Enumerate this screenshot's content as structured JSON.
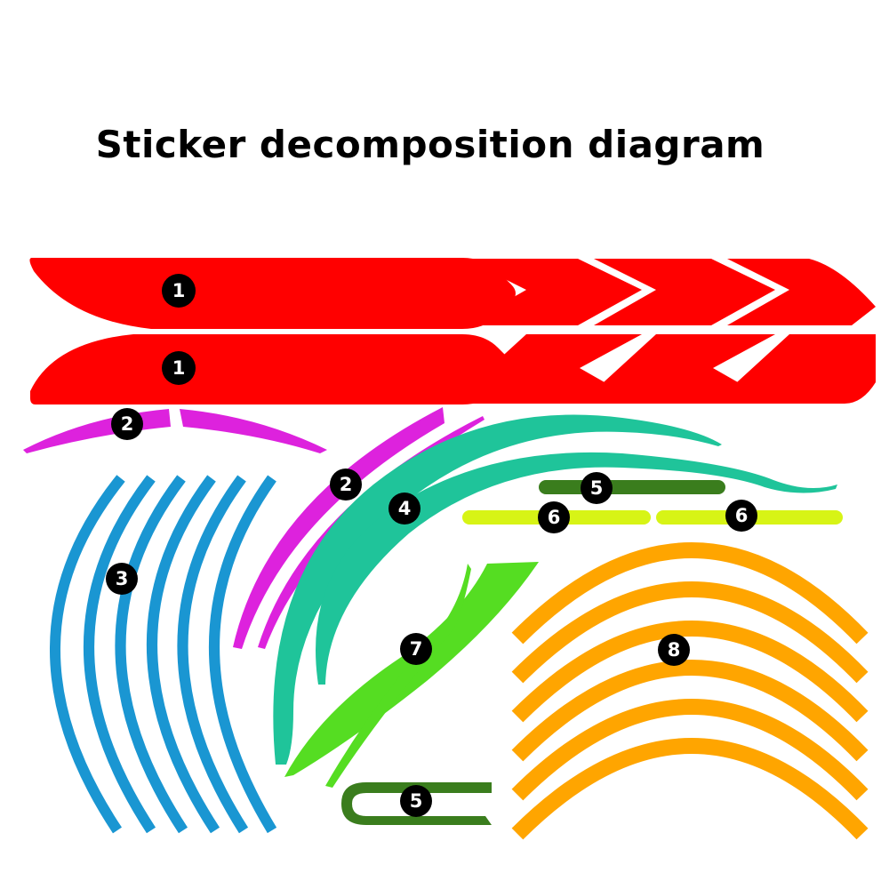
{
  "title": "Sticker decomposition diagram",
  "colors": {
    "part1": "#ff0000",
    "part2": "#dd22dd",
    "part3": "#1a96d2",
    "part4": "#1fc49a",
    "part5": "#3a7d1d",
    "part6": "#d7f416",
    "part7": "#55dd22",
    "part8": "#ffa500",
    "badge": "#000000"
  },
  "labels": {
    "p1a": "1",
    "p1b": "1",
    "p2a": "2",
    "p2b": "2",
    "p3": "3",
    "p4": "4",
    "p5a": "5",
    "p5b": "5",
    "p6a": "6",
    "p6b": "6",
    "p7": "7",
    "p8": "8"
  }
}
